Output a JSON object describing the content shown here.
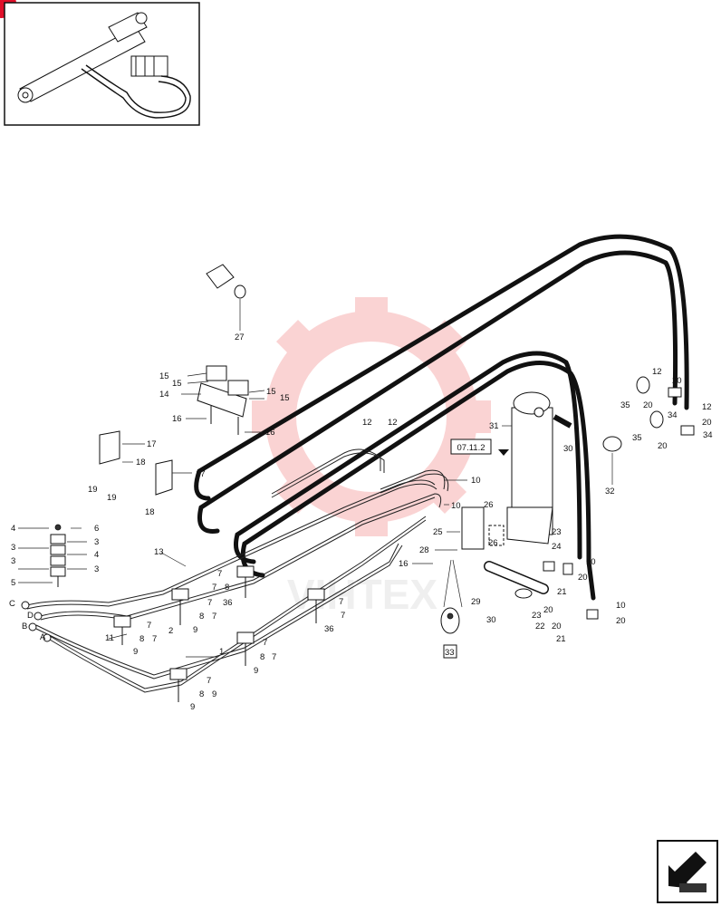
{
  "inset": {
    "title": ""
  },
  "reference": {
    "page_ref": "07.11.2"
  },
  "watermark": {
    "text": "VIHTEX"
  },
  "callouts": {
    "c27": "27",
    "c15a": "15",
    "c15b": "15",
    "c15c": "15",
    "c15d": "15",
    "c14": "14",
    "c16a": "16",
    "c16b": "16",
    "c17a": "17",
    "c17b": "17",
    "c18a": "18",
    "c18b": "18",
    "c19a": "19",
    "c19b": "19",
    "c12a": "12",
    "c12b": "12",
    "c12c": "12",
    "c12d": "12",
    "c10a": "10",
    "c10b": "10",
    "c10c": "10",
    "c10d": "10",
    "c31": "31",
    "c30a": "30",
    "c30b": "30",
    "c32": "32",
    "c35a": "35",
    "c35b": "35",
    "c20a": "20",
    "c20b": "20",
    "c20c": "20",
    "c20d": "20",
    "c20e": "20",
    "c20f": "20",
    "c20g": "20",
    "c20h": "20",
    "c34a": "34",
    "c34b": "34",
    "c26a": "26",
    "c26b": "26",
    "c25": "25",
    "c28": "28",
    "c16c": "16",
    "c23a": "23",
    "c23b": "23",
    "c24": "24",
    "c21a": "21",
    "c21b": "21",
    "c22": "22",
    "c29": "29",
    "c33": "33",
    "c4a": "4",
    "c4b": "4",
    "c6": "6",
    "c3a": "3",
    "c3b": "3",
    "c3c": "3",
    "c3d": "3",
    "c5": "5",
    "c13": "13",
    "c2": "2",
    "c1": "1",
    "c11": "11",
    "c7a": "7",
    "c7b": "7",
    "c7c": "7",
    "c7d": "7",
    "c7e": "7",
    "c7f": "7",
    "c7g": "7",
    "c7h": "7",
    "c7i": "7",
    "c7j": "7",
    "c7k": "7",
    "c8a": "8",
    "c8b": "8",
    "c8c": "8",
    "c8d": "8",
    "c8e": "8",
    "c9a": "9",
    "c9b": "9",
    "c9c": "9",
    "c9d": "9",
    "c9e": "9",
    "c36a": "36",
    "c36b": "36",
    "lC": "C",
    "lD": "D",
    "lB": "B",
    "lA": "A"
  },
  "nav": {
    "icon": "next-page-arrow-icon"
  },
  "colors": {
    "ink": "#111111",
    "watermark": "#f4a0a0",
    "badge": "#e0102a"
  }
}
